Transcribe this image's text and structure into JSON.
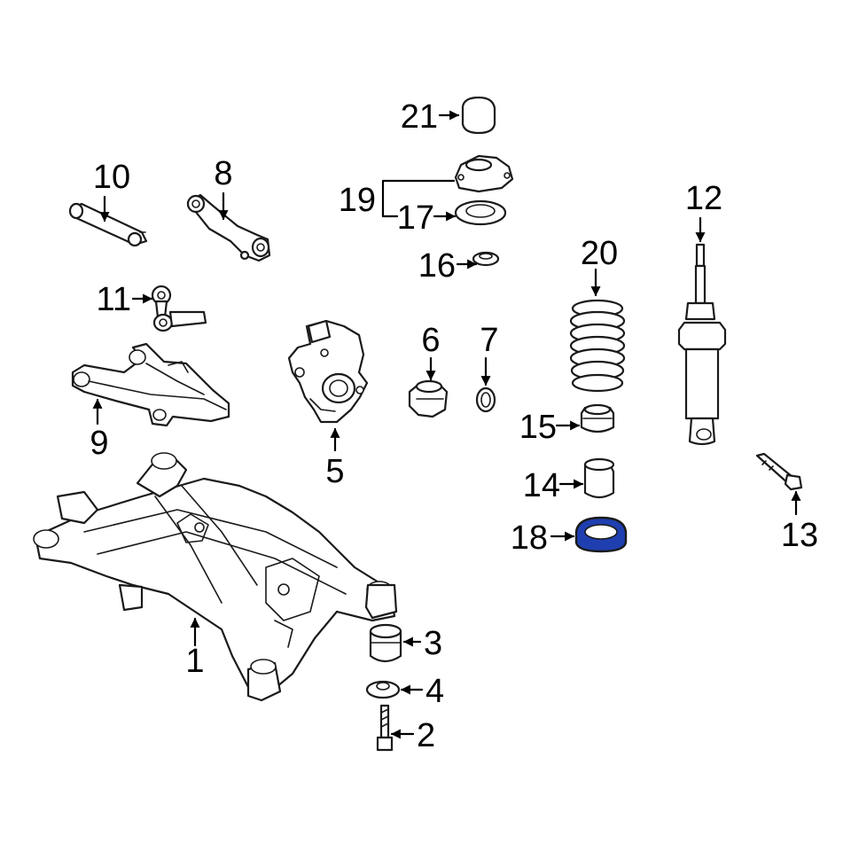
{
  "diagram": {
    "highlight_color": "#1f3fb0",
    "callouts": {
      "c1": "1",
      "c2": "2",
      "c3": "3",
      "c4": "4",
      "c5": "5",
      "c6": "6",
      "c7": "7",
      "c8": "8",
      "c9": "9",
      "c10": "10",
      "c11": "11",
      "c12": "12",
      "c13": "13",
      "c14": "14",
      "c15": "15",
      "c16": "16",
      "c17": "17",
      "c18": "18",
      "c19": "19",
      "c20": "20",
      "c21": "21"
    }
  }
}
